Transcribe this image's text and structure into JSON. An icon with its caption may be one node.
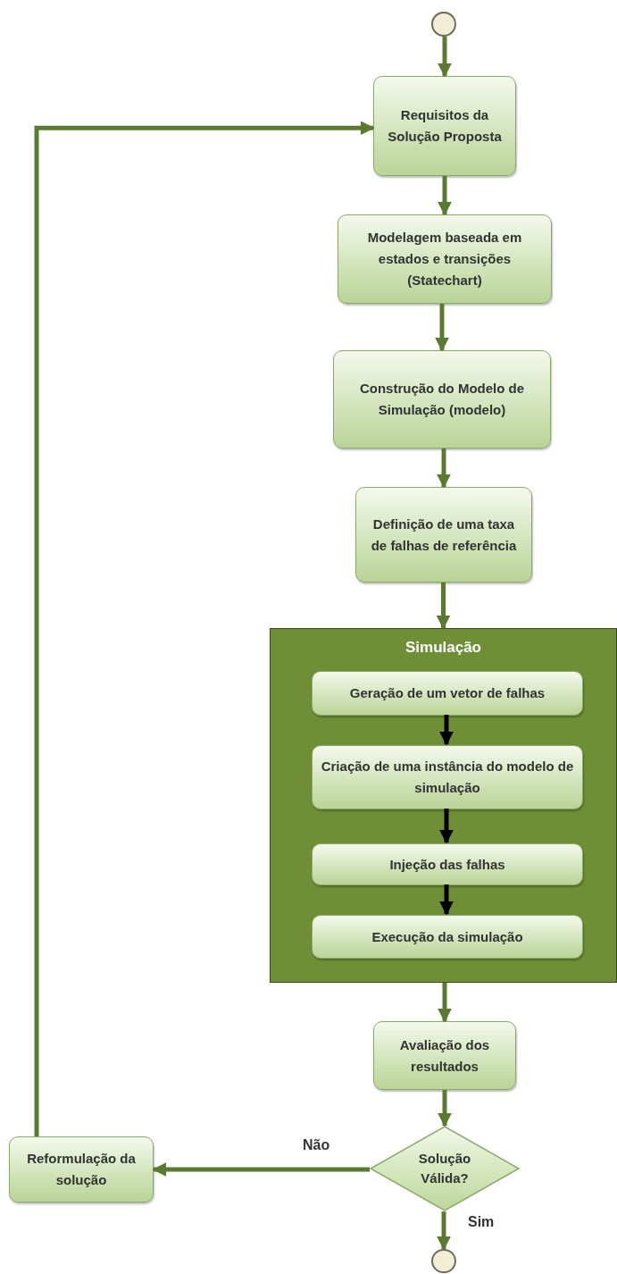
{
  "diagram": {
    "nodes": [
      {
        "text": [],
        "shape": "circle"
      },
      {
        "text": [
          "Requisitos da Solução Proposta"
        ]
      },
      {
        "text": [
          "Modelagem baseada em estados e transições (Statechart)"
        ]
      },
      {
        "text": [
          "Construção do Modelo de Simulação (modelo)"
        ]
      },
      {
        "text": [
          "Definição de uma taxa de falhas de referência"
        ]
      },
      {
        "text": [
          "Simulação"
        ]
      },
      {
        "text": [
          "Geração de um vetor de falhas"
        ],
        "in": 5
      },
      {
        "text": [
          "Criação de uma instância do modelo de simulação"
        ],
        "in": 5
      },
      {
        "text": [
          "Injeção das falhas"
        ],
        "in": 5
      },
      {
        "text": [
          "Execução da simulação"
        ],
        "in": 5
      },
      {
        "text": [
          "Avaliação dos resultados"
        ]
      },
      {
        "text": [
          "Solução Válida?"
        ]
      },
      {
        "text": [
          "Reformulação da solução"
        ]
      },
      {
        "text": [],
        "shape": "circle"
      }
    ],
    "edges": [
      {
        "from": 0,
        "to": 1,
        "arrow": "to"
      },
      {
        "from": 1,
        "to": 2,
        "arrow": "to"
      },
      {
        "from": 2,
        "to": 3,
        "arrow": "to"
      },
      {
        "from": 3,
        "to": 4,
        "arrow": "to"
      },
      {
        "from": 4,
        "to": 5,
        "arrow": "to"
      },
      {
        "from": 6,
        "to": 7,
        "arrow": "to",
        "color": "#000000"
      },
      {
        "from": 7,
        "to": 8,
        "arrow": "to",
        "color": "#000000"
      },
      {
        "from": 8,
        "to": 9,
        "arrow": "to",
        "color": "#000000"
      },
      {
        "from": 5,
        "to": 10,
        "arrow": "to"
      },
      {
        "from": 10,
        "to": 11,
        "arrow": "to"
      },
      {
        "from": 11,
        "to": 12,
        "arrow": "to",
        "label": "Não"
      },
      {
        "from": 11,
        "to": 13,
        "arrow": "to",
        "label": "Sim"
      },
      {
        "from": 12,
        "to": 1,
        "arrow": "to"
      }
    ]
  }
}
